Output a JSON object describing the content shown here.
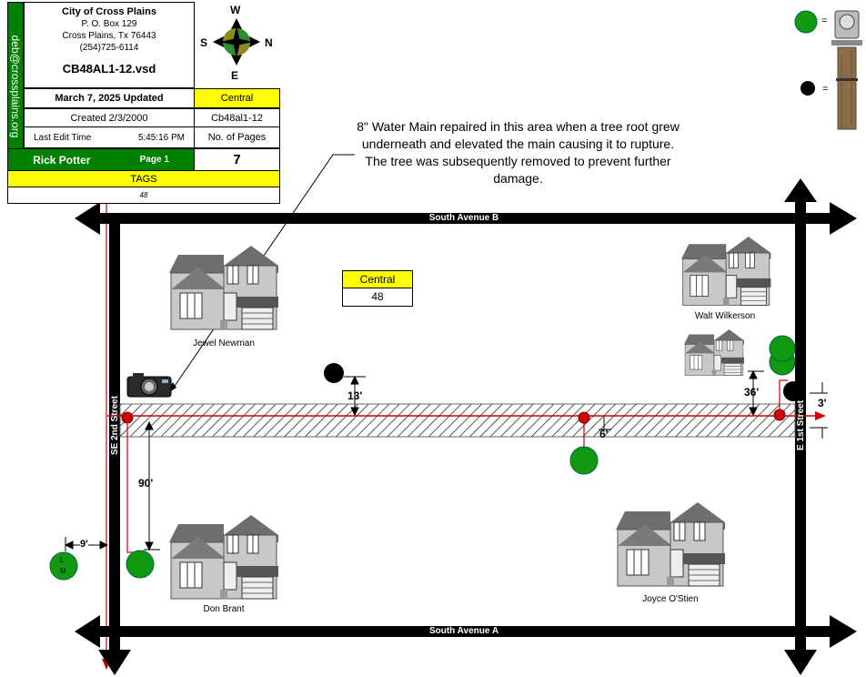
{
  "title_block": {
    "email": "deb@crossplains.org",
    "org_name": "City of Cross Plains",
    "address1": "P. O. Box 129",
    "address2": "Cross Plains, Tx  76443",
    "phone": "(254)725-6114",
    "file_name": "CB48AL1-12.vsd",
    "updated": "March 7, 2025 Updated",
    "region": "Central",
    "created": "Created 2/3/2000",
    "map_code": "Cb48al1-12",
    "last_edit_label": "Last Edit Time",
    "last_edit_time": "5:45:16 PM",
    "pages_label": "No. of Pages",
    "author": "Rick Potter",
    "page_label": "Page 1",
    "pages_count": "7",
    "tags_label": "TAGS",
    "tags_value": "48"
  },
  "compass": {
    "north": "N",
    "south": "S",
    "east": "E",
    "west": "W"
  },
  "legend": {
    "green_eq": "=",
    "black_eq": "="
  },
  "note": "8\" Water Main repaired in this area when a tree root grew underneath and elevated the main causing it to rupture. The tree was subsequently removed to prevent further damage.",
  "area_box": {
    "region": "Central",
    "number": "48"
  },
  "streets": {
    "top": "South Avenue B",
    "bottom": "South Avenue A",
    "left": "SE 2nd Street",
    "right": "E 1st Street"
  },
  "residents": {
    "jewel": "Jewel Newman",
    "walt": "Walt Wilkerson",
    "don": "Don Brant",
    "joyce": "Joyce O'Stien"
  },
  "dimensions": {
    "d13": "13'",
    "d36": "36'",
    "d3": "3'",
    "d6": "6'",
    "d90": "90'",
    "d9": "9'"
  },
  "meter": {
    "line1": "L",
    "line2": "M"
  },
  "colors": {
    "road": "#000000",
    "title_green": "#008000",
    "highlight_yellow": "#ffff00",
    "water_line": "#d00000",
    "tree_green": "#119911",
    "house_roof": "#6e6e6e",
    "house_wall": "#c8c8c8"
  }
}
